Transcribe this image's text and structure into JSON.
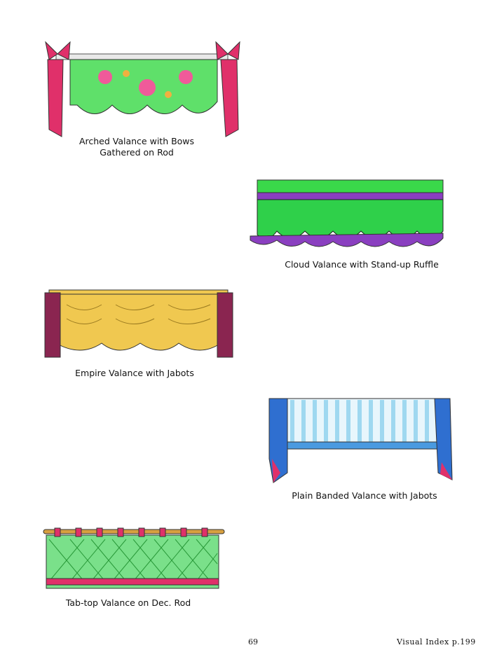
{
  "items": [
    {
      "caption_lines": [
        "Arched Valance with Bows",
        "Gathered on Rod"
      ]
    },
    {
      "caption_lines": [
        "Cloud Valance with Stand-up Ruffle"
      ]
    },
    {
      "caption_lines": [
        "Empire Valance with Jabots"
      ]
    },
    {
      "caption_lines": [
        "Plain Banded Valance with Jabots"
      ]
    },
    {
      "caption_lines": [
        "Tab-top Valance on Dec. Rod"
      ]
    }
  ],
  "footer": {
    "page_number": "69",
    "reference": "Visual Index p.199"
  },
  "colors": {
    "pink": "#e0306a",
    "green": "#2fd04a",
    "purple": "#8a3fc0",
    "gold": "#f0c850",
    "wine": "#8a2550",
    "blue": "#2f6fd0",
    "lightblue": "#9fd8f0"
  }
}
